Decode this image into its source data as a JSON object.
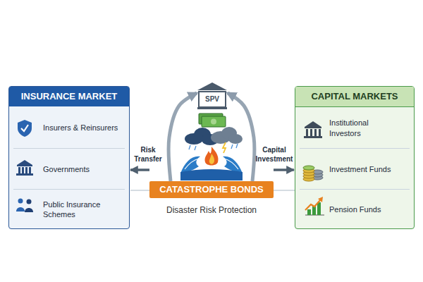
{
  "diagram": {
    "nodes": [
      {
        "text": [
          "INSURANCE MARKET"
        ]
      },
      {
        "text": [
          "Insurers & Reinsurers"
        ],
        "in": 0
      },
      {
        "text": [
          "Governments"
        ],
        "in": 0
      },
      {
        "text": [
          "Public Insurance Schemes"
        ],
        "in": 0
      },
      {
        "text": [
          "SPV"
        ]
      },
      {
        "text": [
          "CATASTROPHE BONDS"
        ]
      },
      {
        "text": [
          "CAPITAL MARKETS"
        ]
      },
      {
        "text": [
          "Institutional Investors"
        ],
        "in": 6
      },
      {
        "text": [
          "Investment Funds"
        ],
        "in": 6
      },
      {
        "text": [
          "Pension Funds"
        ],
        "in": 6
      }
    ],
    "edges": [
      {
        "from": 5,
        "to": 0,
        "label": "Risk Transfer",
        "arrow": "to"
      },
      {
        "from": 5,
        "to": 6,
        "label": "Capital Investment",
        "arrow": "to"
      },
      {
        "from": 5,
        "to": 4,
        "arrow": "to"
      },
      {
        "from": 5,
        "to": 4,
        "arrow": "to"
      }
    ],
    "labels": [
      "Disaster Risk Protection"
    ]
  }
}
